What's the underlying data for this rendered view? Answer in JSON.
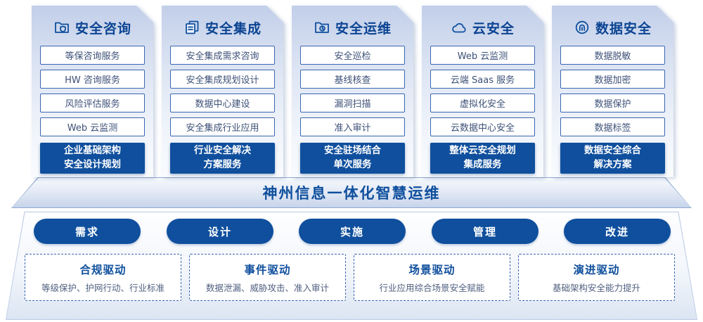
{
  "colors": {
    "primary_blue": "#0f4f9d",
    "item_border_blue": "#3a66b0",
    "card_top_tint": "#c2cfe9",
    "platform_tint": "#dbe5f3",
    "item_text": "#3d5178"
  },
  "columns": [
    {
      "title": "安全咨询",
      "icon": "folder-shield-icon",
      "items": [
        "等保咨询服务",
        "HW 咨询服务",
        "风险评估服务",
        "Web 云监测"
      ],
      "summary": "企业基础架构\n安全设计规划"
    },
    {
      "title": "安全集成",
      "icon": "stacked-documents-icon",
      "items": [
        "安全集成需求咨询",
        "安全集成规划设计",
        "数据中心建设",
        "安全集成行业应用"
      ],
      "summary": "行业安全解决\n方案服务"
    },
    {
      "title": "安全运维",
      "icon": "folder-clock-icon",
      "items": [
        "安全巡检",
        "基线核查",
        "漏洞扫描",
        "准入审计"
      ],
      "summary": "安全驻场结合\n单次服务"
    },
    {
      "title": "云安全",
      "icon": "cloud-icon",
      "items": [
        "Web 云监测",
        "云端 Saas 服务",
        "虚拟化安全",
        "云数据中心安全"
      ],
      "summary": "整体云安全规划\n集成服务"
    },
    {
      "title": "数据安全",
      "icon": "data-spiral-icon",
      "items": [
        "数据脱敏",
        "数据加密",
        "数据保护",
        "数据标签"
      ],
      "summary": "数据安全综合\n解决方案"
    }
  ],
  "banner": {
    "title": "神州信息一体化智慧运维"
  },
  "process_pills": [
    "需求",
    "设计",
    "实施",
    "管理",
    "改进"
  ],
  "drivers": [
    {
      "title": "合规驱动",
      "desc": "等级保护、护网行动、行业标准"
    },
    {
      "title": "事件驱动",
      "desc": "数据泄漏、威胁攻击、准入审计"
    },
    {
      "title": "场景驱动",
      "desc": "行业应用综合场景安全赋能"
    },
    {
      "title": "演进驱动",
      "desc": "基础架构安全能力提升"
    }
  ]
}
